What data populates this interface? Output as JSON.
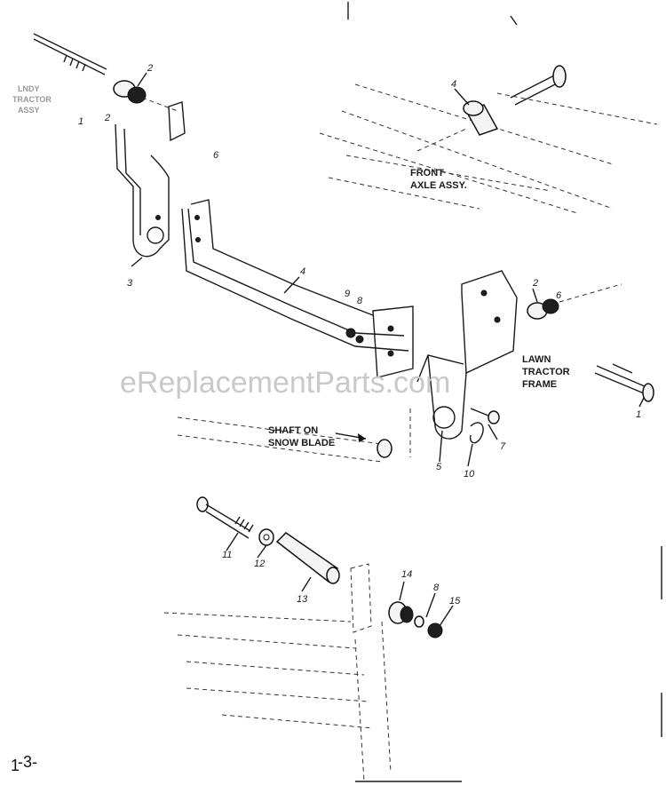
{
  "labels": {
    "front_axle": [
      "FRONT",
      "AXLE ASSY."
    ],
    "lawn_tractor_frame": [
      "LAWN",
      "TRACTOR",
      "FRAME"
    ],
    "shaft_on_snow_blade": [
      "SHAFT ON",
      "SNOW BLADE"
    ],
    "faint_left": [
      "LNDY",
      "TRACTOR",
      "ASSY"
    ]
  },
  "callouts": [
    "1",
    "2",
    "2",
    "3",
    "4",
    "4",
    "5",
    "6",
    "7",
    "8",
    "9",
    "10",
    "11",
    "12",
    "13",
    "14",
    "15",
    "1",
    "2",
    "6",
    "8"
  ],
  "watermark": "eReplacementParts.com",
  "page_number": "-3-",
  "page_number_prefix": "1"
}
